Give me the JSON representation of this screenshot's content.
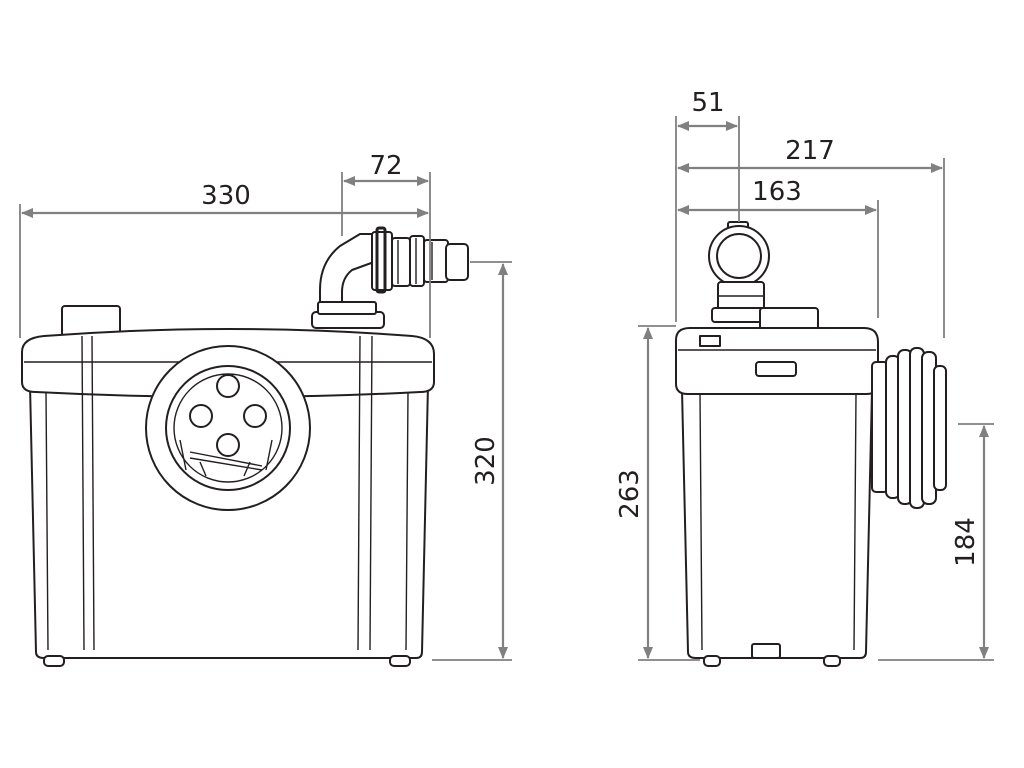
{
  "dimensions": {
    "front_width": "330",
    "front_outlet_offset": "72",
    "front_height": "320",
    "side_outlet_offset": "51",
    "side_depth": "217",
    "side_body_depth": "163",
    "side_height": "263",
    "side_inlet_height": "184"
  },
  "colors": {
    "dimension_line": "#808080",
    "outline": "#231f20",
    "background": "#ffffff"
  }
}
